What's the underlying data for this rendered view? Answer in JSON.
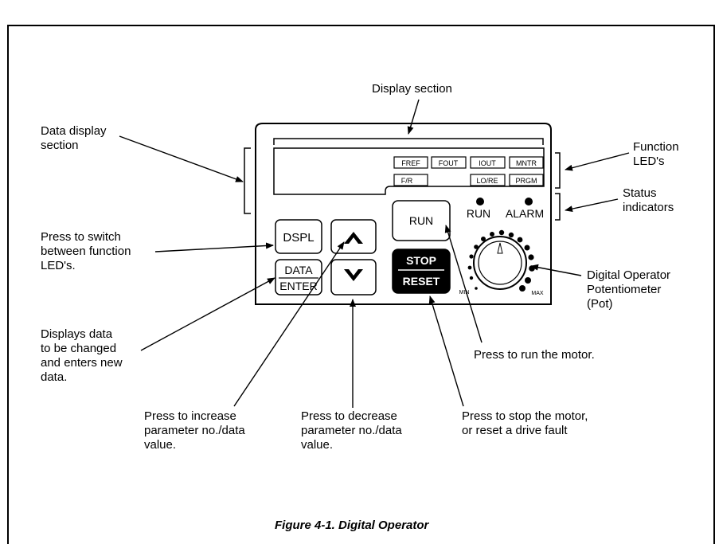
{
  "diagram": {
    "caption": "Figure 4-1.  Digital Operator",
    "callouts": {
      "display_section": "Display section",
      "data_display_section": "Data display\nsection",
      "function_leds": "Function\nLED's",
      "status_indicators": "Status\nindicators",
      "press_to_switch": "Press to switch\nbetween function\nLED's.",
      "displays_data": "Displays data\nto be changed\nand enters new\ndata.",
      "potentiometer": "Digital Operator\nPotentiometer\n(Pot)",
      "press_to_run": "Press to run the motor.",
      "press_to_increase": "Press to increase\nparameter no./data\nvalue.",
      "press_to_decrease": "Press to decrease\nparameter no./data\nvalue.",
      "press_to_stop": "Press to stop the motor,\nor reset a drive fault"
    },
    "function_led_labels": {
      "fref": "FREF",
      "fout": "FOUT",
      "iout": "IOUT",
      "mntr": "MNTR",
      "fr": "F/R",
      "lore": "LO/RE",
      "prgm": "PRGM"
    },
    "keys": {
      "dspl": "DSPL",
      "data": "DATA",
      "enter": "ENTER",
      "run": "RUN",
      "stop": "STOP",
      "reset": "RESET"
    },
    "status_labels": {
      "run": "RUN",
      "alarm": "ALARM"
    },
    "pot_labels": {
      "min": "MIN",
      "max": "MAX"
    },
    "icons": {
      "up": "up-arrow-icon",
      "down": "down-arrow-icon"
    }
  }
}
